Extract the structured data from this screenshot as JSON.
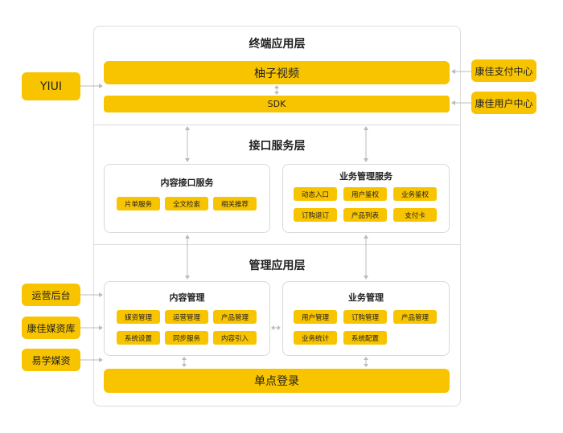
{
  "terminal_layer": {
    "title": "终端应用层",
    "app_bar": "柚子视频",
    "sdk_bar": "SDK"
  },
  "left_top": {
    "label": "YIUI"
  },
  "right_side": {
    "items": [
      "康佳支付中心",
      "康佳用户中心"
    ]
  },
  "interface_layer": {
    "title": "接口服务层",
    "content_panel": {
      "title": "内容接口服务",
      "chips": [
        "片单服务",
        "全文检索",
        "相关推荐"
      ]
    },
    "business_panel": {
      "title": "业务管理服务",
      "chips": [
        "动态入口",
        "用户鉴权",
        "业务鉴权",
        "订购退订",
        "产品列表",
        "支付卡"
      ]
    }
  },
  "management_layer": {
    "title": "管理应用层",
    "content_panel": {
      "title": "内容管理",
      "chips": [
        "媒资管理",
        "运营管理",
        "产品管理",
        "系统设置",
        "同步服务",
        "内容引入"
      ]
    },
    "business_panel": {
      "title": "业务管理",
      "chips": [
        "用户管理",
        "订购管理",
        "产品管理",
        "业务统计",
        "系统配置"
      ]
    },
    "sso_bar": "单点登录"
  },
  "left_side": {
    "items": [
      "运营后台",
      "康佳媒资库",
      "易学媒资"
    ]
  },
  "colors": {
    "accent": "#f8c400",
    "border": "#dddddd",
    "arrow": "#bbbbbb"
  }
}
